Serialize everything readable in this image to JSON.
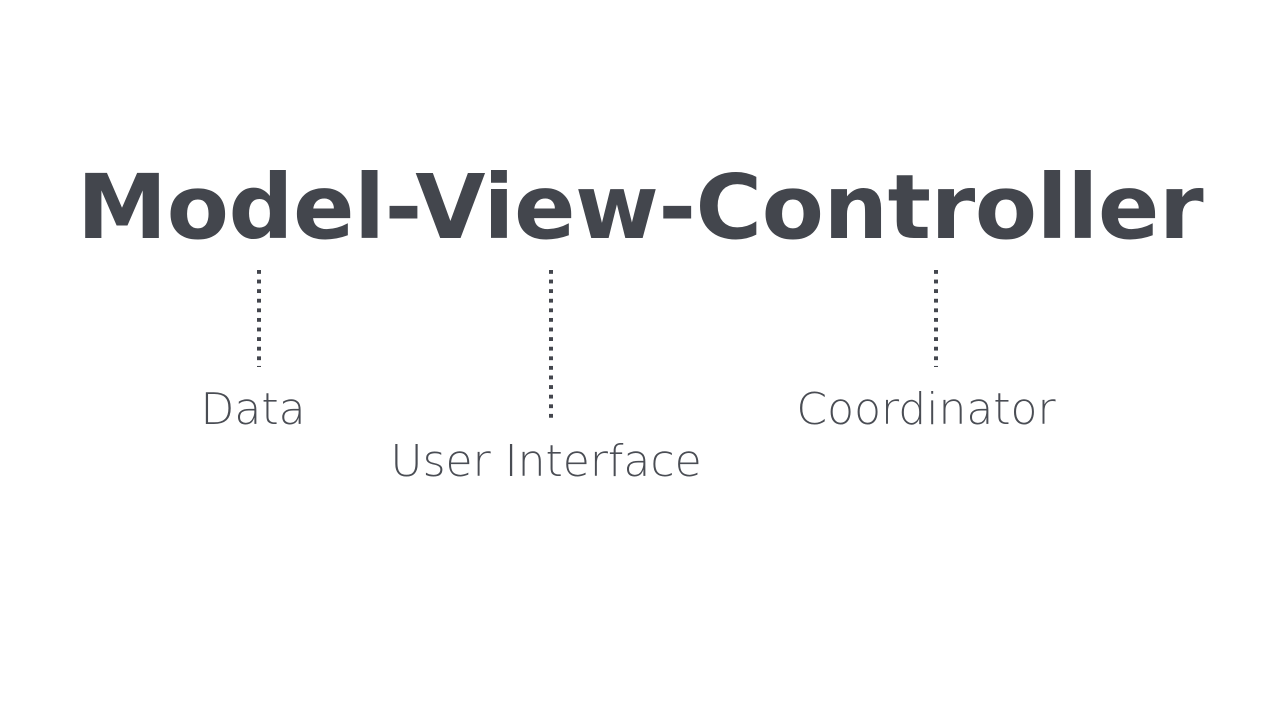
{
  "slide": {
    "background_color": "#ffffff",
    "text_color": "#43464d",
    "title": "Model-View-Controller",
    "components": [
      {
        "id": "model",
        "term": "Model",
        "label": "Data",
        "connector": "dotted-vertical-line"
      },
      {
        "id": "view",
        "term": "View",
        "label": "User Interface",
        "connector": "dotted-vertical-line"
      },
      {
        "id": "controller",
        "term": "Controller",
        "label": "Coordinator",
        "connector": "dotted-vertical-line"
      }
    ]
  }
}
